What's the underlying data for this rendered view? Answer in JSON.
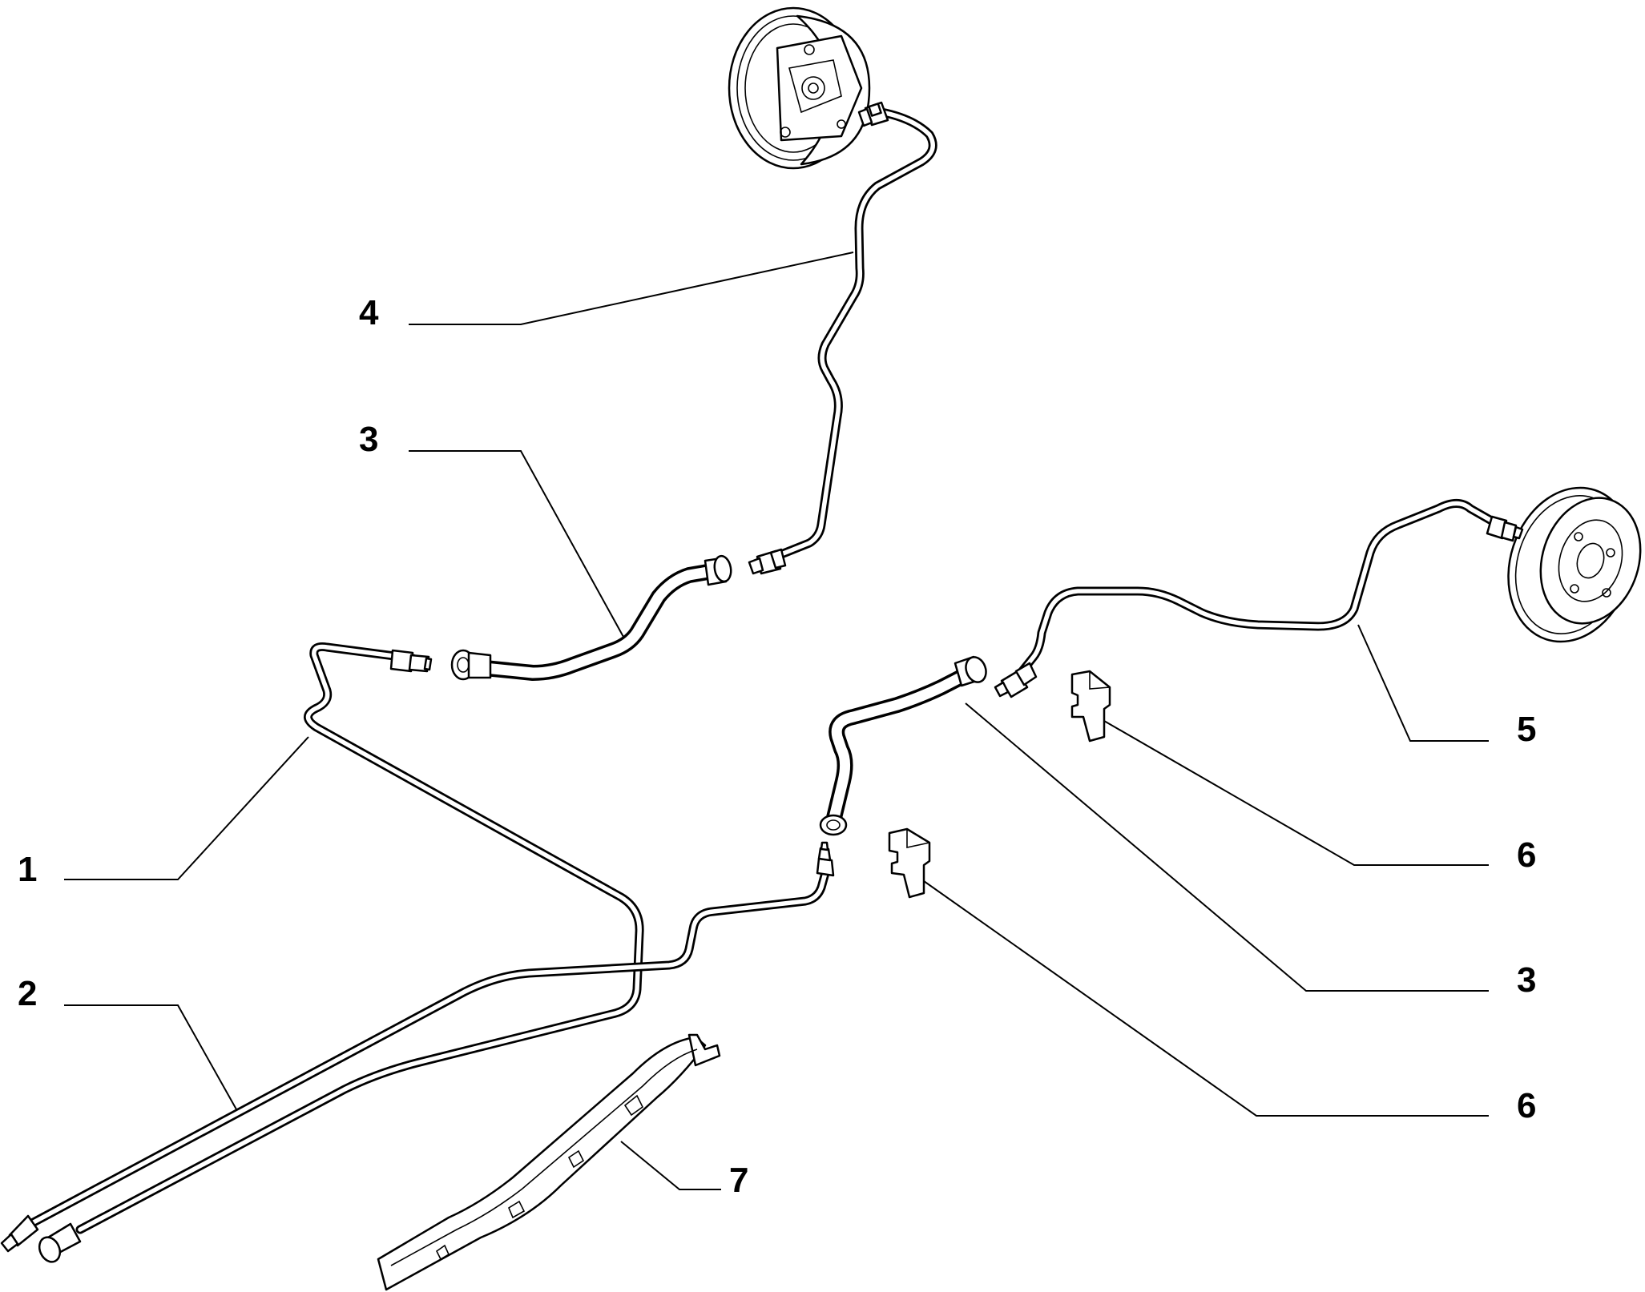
{
  "callouts": [
    {
      "id": "pipe-1",
      "label": "1"
    },
    {
      "id": "pipe-2",
      "label": "2"
    },
    {
      "id": "hose-3-upper",
      "label": "3"
    },
    {
      "id": "pipe-4",
      "label": "4"
    },
    {
      "id": "pipe-5",
      "label": "5"
    },
    {
      "id": "clip-6-upper",
      "label": "6"
    },
    {
      "id": "hose-3-lower",
      "label": "3"
    },
    {
      "id": "clip-6-lower",
      "label": "6"
    },
    {
      "id": "guard-7",
      "label": "7"
    }
  ],
  "colors": {
    "line": "#000000",
    "background": "#ffffff"
  }
}
